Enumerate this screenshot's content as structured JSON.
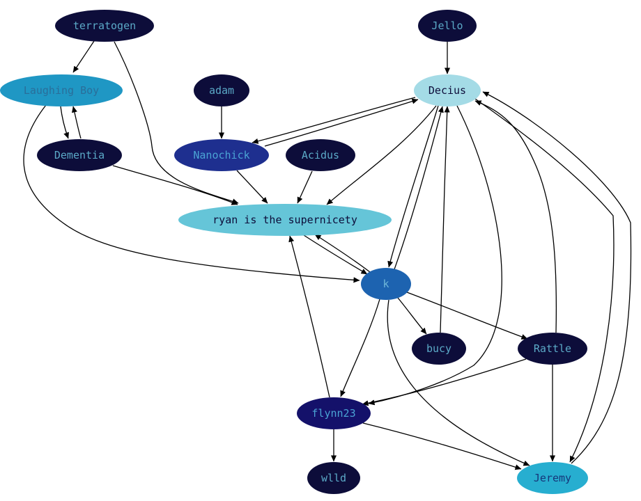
{
  "graph": {
    "nodes": [
      {
        "id": "terratogen",
        "label": "terratogen",
        "fill": "#0d0d3a",
        "text_color": "#5ba9c7"
      },
      {
        "id": "jello",
        "label": "Jello",
        "fill": "#0d0d3a",
        "text_color": "#5ba9c7"
      },
      {
        "id": "laughing_boy",
        "label": "Laughing Boy",
        "fill": "#1f97c4",
        "text_color": "#2a6e9a"
      },
      {
        "id": "adam",
        "label": "adam",
        "fill": "#0d0d3a",
        "text_color": "#5ba9c7"
      },
      {
        "id": "decius",
        "label": "Decius",
        "fill": "#a4dbe6",
        "text_color": "#0d0d3a"
      },
      {
        "id": "dementia",
        "label": "Dementia",
        "fill": "#0d0d3a",
        "text_color": "#5ba9c7"
      },
      {
        "id": "nanochick",
        "label": "Nanochick",
        "fill": "#1e2f8f",
        "text_color": "#4aa3d4"
      },
      {
        "id": "acidus",
        "label": "Acidus",
        "fill": "#0d0d3a",
        "text_color": "#5ba9c7"
      },
      {
        "id": "ryan",
        "label": "ryan is the supernicety",
        "fill": "#65c5d8",
        "text_color": "#0d0d3a"
      },
      {
        "id": "k",
        "label": "k",
        "fill": "#1d63b0",
        "text_color": "#6fb7d9"
      },
      {
        "id": "bucy",
        "label": "bucy",
        "fill": "#0d0d3a",
        "text_color": "#5ba9c7"
      },
      {
        "id": "rattle",
        "label": "Rattle",
        "fill": "#0d0d3a",
        "text_color": "#5ba9c7"
      },
      {
        "id": "flynn23",
        "label": "flynn23",
        "fill": "#14116a",
        "text_color": "#4aa3d4"
      },
      {
        "id": "wlld",
        "label": "wlld",
        "fill": "#0d0d3a",
        "text_color": "#5ba9c7"
      },
      {
        "id": "jeremy",
        "label": "Jeremy",
        "fill": "#27aed0",
        "text_color": "#16367a"
      }
    ],
    "edges": [
      {
        "from": "terratogen",
        "to": "laughing_boy"
      },
      {
        "from": "terratogen",
        "to": "ryan"
      },
      {
        "from": "laughing_boy",
        "to": "dementia"
      },
      {
        "from": "dementia",
        "to": "laughing_boy"
      },
      {
        "from": "laughing_boy",
        "to": "k"
      },
      {
        "from": "dementia",
        "to": "ryan"
      },
      {
        "from": "adam",
        "to": "nanochick"
      },
      {
        "from": "jello",
        "to": "decius"
      },
      {
        "from": "nanochick",
        "to": "decius"
      },
      {
        "from": "decius",
        "to": "nanochick"
      },
      {
        "from": "nanochick",
        "to": "ryan"
      },
      {
        "from": "acidus",
        "to": "ryan"
      },
      {
        "from": "decius",
        "to": "ryan"
      },
      {
        "from": "decius",
        "to": "k"
      },
      {
        "from": "k",
        "to": "decius"
      },
      {
        "from": "bucy",
        "to": "decius"
      },
      {
        "from": "decius",
        "to": "flynn23"
      },
      {
        "from": "decius",
        "to": "jeremy"
      },
      {
        "from": "jeremy",
        "to": "decius"
      },
      {
        "from": "rattle",
        "to": "decius"
      },
      {
        "from": "ryan",
        "to": "k"
      },
      {
        "from": "k",
        "to": "ryan"
      },
      {
        "from": "k",
        "to": "bucy"
      },
      {
        "from": "k",
        "to": "rattle"
      },
      {
        "from": "k",
        "to": "flynn23"
      },
      {
        "from": "k",
        "to": "jeremy"
      },
      {
        "from": "flynn23",
        "to": "ryan"
      },
      {
        "from": "rattle",
        "to": "flynn23"
      },
      {
        "from": "rattle",
        "to": "jeremy"
      },
      {
        "from": "flynn23",
        "to": "wlld"
      },
      {
        "from": "flynn23",
        "to": "jeremy"
      }
    ]
  }
}
